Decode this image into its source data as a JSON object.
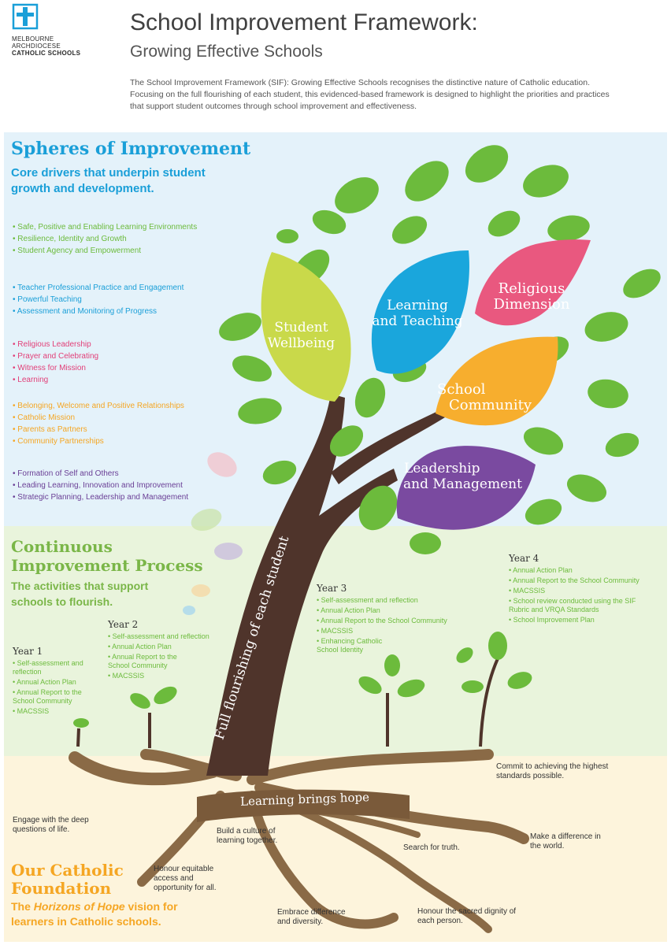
{
  "header": {
    "logo_lines": [
      "MELBOURNE",
      "ARCHDIOCESE",
      "CATHOLIC SCHOOLS"
    ],
    "title": "School Improvement Framework:",
    "subtitle": "Growing Effective Schools",
    "intro": "The School Improvement Framework (SIF): Growing Effective Schools recognises the distinctive nature of Catholic education. Focusing on the full flourishing of each student, this evidenced-based framework is designed to highlight the priorities and practices that support student outcomes through school improvement and effectiveness."
  },
  "spheres": {
    "heading": "Spheres of Improvement",
    "subheading": "Core drivers that underpin student growth and development.",
    "groups": [
      {
        "color": "#6cbb3c",
        "items": [
          "Safe, Positive and Enabling Learning Environments",
          "Resilience, Identity and Growth",
          "Student Agency and Empowerment"
        ]
      },
      {
        "color": "#1a9fd8",
        "items": [
          "Teacher Professional Practice and Engagement",
          "Powerful Teaching",
          "Assessment and Monitoring of Progress"
        ]
      },
      {
        "color": "#e23f78",
        "items": [
          "Religious Leadership",
          "Prayer and Celebrating",
          "Witness for Mission",
          "Learning"
        ]
      },
      {
        "color": "#f5a623",
        "items": [
          "Belonging, Welcome and Positive Relationships",
          "Catholic Mission",
          "Parents as Partners",
          "Community Partnerships"
        ]
      },
      {
        "color": "#6a3f96",
        "items": [
          "Formation of Self and Others",
          "Leading Learning, Innovation and Improvement",
          "Strategic Planning, Leadership and Management"
        ]
      }
    ]
  },
  "tree": {
    "leaves": {
      "wellbeing": "Student Wellbeing",
      "learning": [
        "Learning",
        "and Teaching"
      ],
      "religious": [
        "Religious",
        "Dimension"
      ],
      "community": [
        "School",
        "Community"
      ],
      "leadership": [
        "Leadership",
        "and Management"
      ]
    },
    "trunk_text": "Full flourishing of each student",
    "root_banner": "Learning brings hope"
  },
  "continuous": {
    "heading_lines": [
      "Continuous",
      "Improvement Process"
    ],
    "subheading_lines": [
      "The activities that support",
      "schools to flourish."
    ],
    "years": [
      {
        "label": "Year 1",
        "items": [
          "Self-assessment and reflection",
          "Annual Action Plan",
          "Annual Report to the School Community",
          "MACSSIS"
        ]
      },
      {
        "label": "Year 2",
        "items": [
          "Self-assessment and reflection",
          "Annual Action Plan",
          "Annual Report to the School Community",
          "MACSSIS"
        ]
      },
      {
        "label": "Year 3",
        "items": [
          "Self-assessment and reflection",
          "Annual Action Plan",
          "Annual Report to the School Community",
          "MACSSIS",
          "Enhancing Catholic School Identity"
        ]
      },
      {
        "label": "Year 4",
        "items": [
          "Annual Action Plan",
          "Annual Report to the School Community",
          "MACSSIS",
          "School review conducted using the SIF Rubric and VRQA Standards",
          "School Improvement Plan"
        ]
      }
    ]
  },
  "foundation": {
    "heading_lines": [
      "Our Catholic",
      "Foundation"
    ],
    "sub_pre": "The ",
    "sub_em": "Horizons of Hope",
    "sub_post": " vision for learners in Catholic schools.",
    "roots": {
      "engage": "Engage with the deep questions of life.",
      "culture": "Build a culture of learning together.",
      "honour_access": "Honour equitable access and opportunity for all.",
      "embrace": "Embrace difference and diversity.",
      "search": "Search for truth.",
      "dignity": "Honour the sacred dignity of each person.",
      "difference": "Make a difference in the world.",
      "commit": "Commit to achieving the highest standards possible."
    }
  },
  "colors": {
    "sky_bg": "#e4f2fa",
    "grass_bg": "#e9f4dc",
    "soil_bg": "#fdf4dc",
    "trunk": "#4f342b",
    "root": "#8a6a46",
    "leaf_green": "#6cbb3c",
    "wellbeing": "#c9d94a",
    "learning": "#1aa6dc",
    "religious": "#e9587f",
    "community": "#f7ae2e",
    "leadership": "#7a4aa0",
    "heading_green": "#7ab648",
    "heading_blue": "#1a9fd8",
    "heading_orange": "#f5a623"
  }
}
